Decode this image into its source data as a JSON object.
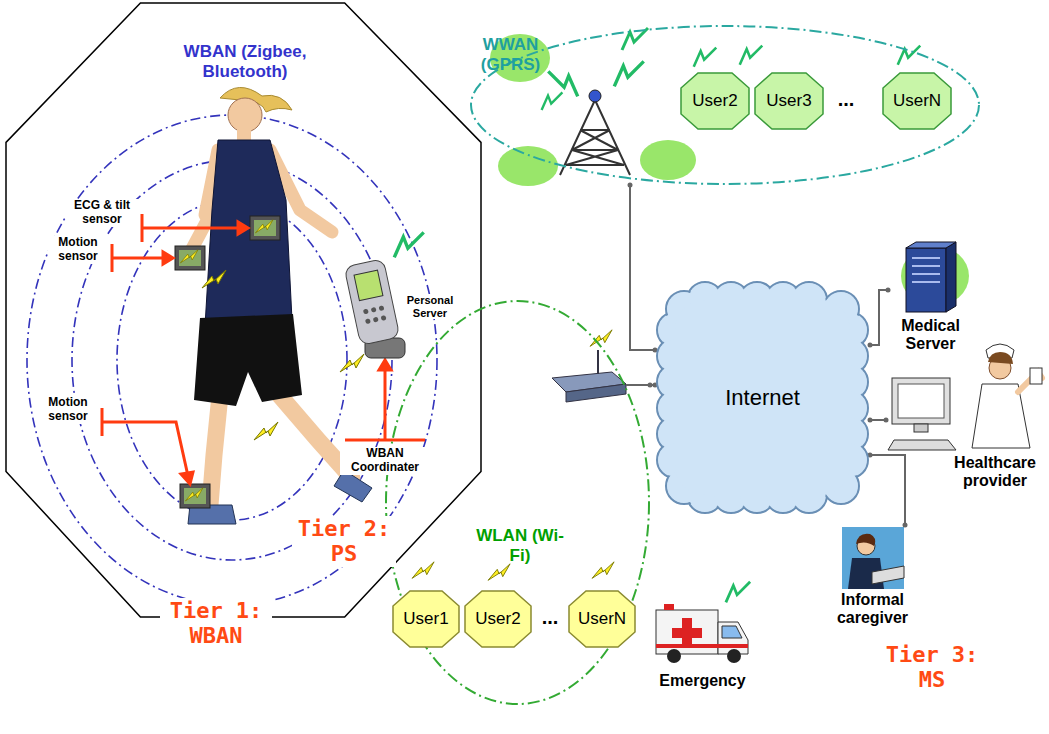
{
  "diagram": {
    "nodes": [
      {
        "text": [
          "WBAN (Zigbee, Bluetooth)"
        ]
      },
      {
        "text": [
          "WWAN (GPRS)"
        ]
      },
      {
        "text": [
          "User2"
        ],
        "in": 1
      },
      {
        "text": [
          "User3"
        ],
        "in": 1
      },
      {
        "text": [
          "UserN"
        ],
        "in": 1
      },
      {
        "text": [
          "Medical Server"
        ]
      },
      {
        "text": [
          "Internet"
        ]
      },
      {
        "text": [
          "WLAN (Wi-Fi)"
        ]
      },
      {
        "text": [
          "User1"
        ],
        "in": 7
      },
      {
        "text": [
          "User2"
        ],
        "in": 7
      },
      {
        "text": [
          "UserN"
        ],
        "in": 7
      },
      {
        "text": [
          "Healthcare provider"
        ]
      },
      {
        "text": [
          "Informal caregiver"
        ]
      },
      {
        "text": [
          "Emergency"
        ]
      }
    ],
    "edges": [
      {
        "from": 1,
        "to": 6,
        "arrow": "none"
      },
      {
        "from": 7,
        "to": 6,
        "arrow": "none"
      },
      {
        "from": 6,
        "to": 5,
        "arrow": "none"
      },
      {
        "from": 6,
        "to": 11,
        "arrow": "none"
      },
      {
        "from": 6,
        "to": 12,
        "arrow": "none"
      }
    ],
    "labels": [
      "ECG & tilt sensor",
      "Motion sensor",
      "Motion sensor",
      "Personal Server",
      "WBAN Coordinater",
      "Tier 2: PS",
      "Tier 1: WBAN",
      "...",
      "...",
      "Tier 3: MS"
    ]
  }
}
